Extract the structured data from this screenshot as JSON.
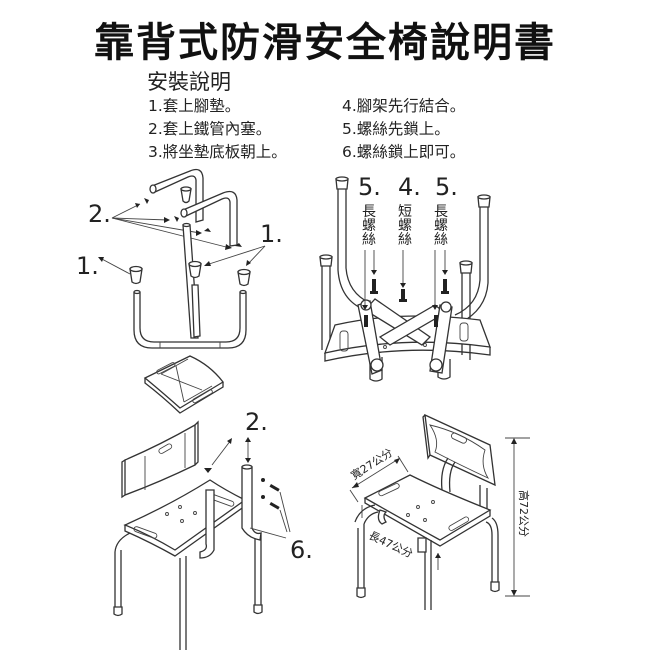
{
  "title": "靠背式防滑安全椅說明書",
  "section": {
    "title": "安裝說明"
  },
  "steps": [
    {
      "number": "1",
      "text": "1.套上腳墊。"
    },
    {
      "number": "2",
      "text": "2.套上鐵管內塞。"
    },
    {
      "number": "3",
      "text": "3.將坐墊底板朝上。"
    },
    {
      "number": "4",
      "text": "4.腳架先行結合。"
    },
    {
      "number": "5",
      "text": "5.螺絲先鎖上。"
    },
    {
      "number": "6",
      "text": "6.螺絲鎖上即可。"
    }
  ],
  "diagrams": {
    "top_left": {
      "labels": {
        "step2": "2.",
        "step1_left": "1.",
        "step1_right": "1."
      }
    },
    "top_right": {
      "labels": {
        "step5_left": "5.",
        "step4": "4.",
        "step5_right": "5.",
        "long_screw_left": [
          "長",
          "螺",
          "絲"
        ],
        "short_screw": [
          "短",
          "螺",
          "絲"
        ],
        "long_screw_right": [
          "長",
          "螺",
          "絲"
        ]
      }
    },
    "bottom_left": {
      "labels": {
        "step2": "2.",
        "step6": "6."
      }
    },
    "bottom_right": {
      "dimensions": {
        "width": "寬27公分",
        "length": "長47公分",
        "height": "高72公分"
      }
    }
  },
  "colors": {
    "background": "#ffffff",
    "line": "#333333",
    "text": "#1a1a1a"
  }
}
